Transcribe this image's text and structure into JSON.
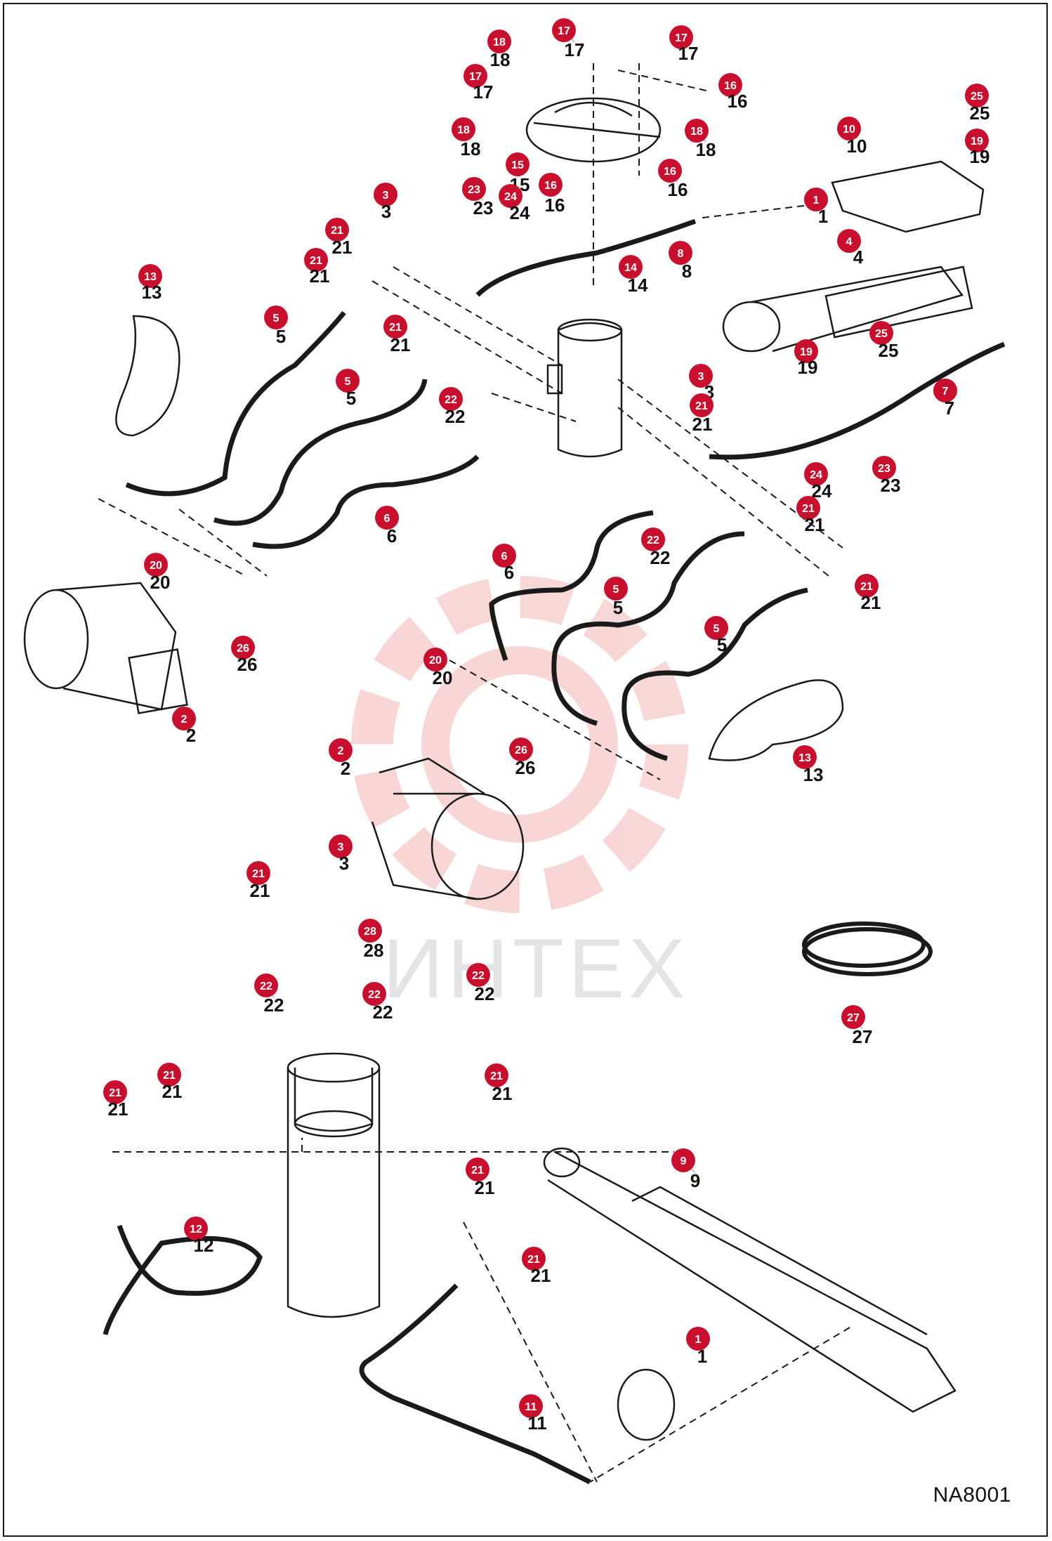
{
  "figure_code": "NA8001",
  "watermark_text": "ИНТЕХ",
  "badge_color": "#c8102e",
  "watermark_color": "#f6c9c9",
  "callouts": [
    {
      "num": "17"
    },
    {
      "num": "17"
    },
    {
      "num": "18"
    },
    {
      "num": "17"
    },
    {
      "num": "16"
    },
    {
      "num": "18"
    },
    {
      "num": "18"
    },
    {
      "num": "15"
    },
    {
      "num": "16"
    },
    {
      "num": "16"
    },
    {
      "num": "23"
    },
    {
      "num": "24"
    },
    {
      "num": "10"
    },
    {
      "num": "25"
    },
    {
      "num": "19"
    },
    {
      "num": "1"
    },
    {
      "num": "3"
    },
    {
      "num": "21"
    },
    {
      "num": "21"
    },
    {
      "num": "14"
    },
    {
      "num": "8"
    },
    {
      "num": "4"
    },
    {
      "num": "13"
    },
    {
      "num": "5"
    },
    {
      "num": "21"
    },
    {
      "num": "25"
    },
    {
      "num": "19"
    },
    {
      "num": "5"
    },
    {
      "num": "3"
    },
    {
      "num": "7"
    },
    {
      "num": "22"
    },
    {
      "num": "21"
    },
    {
      "num": "24"
    },
    {
      "num": "23"
    },
    {
      "num": "6"
    },
    {
      "num": "21"
    },
    {
      "num": "22"
    },
    {
      "num": "20"
    },
    {
      "num": "21"
    },
    {
      "num": "6"
    },
    {
      "num": "5"
    },
    {
      "num": "26"
    },
    {
      "num": "5"
    },
    {
      "num": "2"
    },
    {
      "num": "20"
    },
    {
      "num": "26"
    },
    {
      "num": "13"
    },
    {
      "num": "2"
    },
    {
      "num": "3"
    },
    {
      "num": "21"
    },
    {
      "num": "28"
    },
    {
      "num": "22"
    },
    {
      "num": "22"
    },
    {
      "num": "22"
    },
    {
      "num": "27"
    },
    {
      "num": "21"
    },
    {
      "num": "21"
    },
    {
      "num": "21"
    },
    {
      "num": "21"
    },
    {
      "num": "9"
    },
    {
      "num": "12"
    },
    {
      "num": "21"
    },
    {
      "num": "1"
    },
    {
      "num": "11"
    }
  ]
}
